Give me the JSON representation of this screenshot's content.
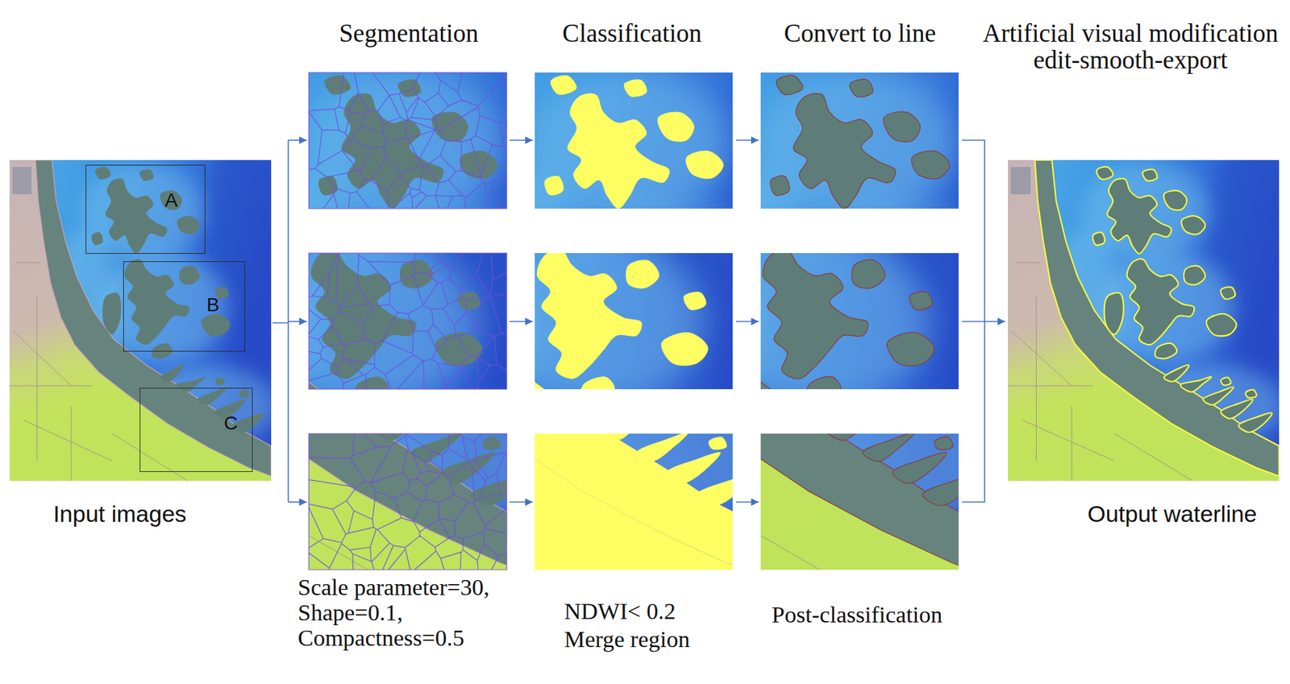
{
  "diagram": {
    "nodes": [
      {
        "text": [
          "Input images"
        ]
      },
      {
        "text": [
          "A"
        ],
        "in": 0
      },
      {
        "text": [
          "B"
        ],
        "in": 0
      },
      {
        "text": [
          "C"
        ],
        "in": 0
      },
      {
        "text": [
          "Output waterline"
        ]
      }
    ],
    "labels": [
      "Segmentation",
      "Classification",
      "Convert to line",
      "Artificial visual modification edit-smooth-export",
      "Scale parameter=30, Shape=0.1, Compactness=0.5",
      "NDWI< 0.2 Merge region",
      "Post-classification"
    ]
  }
}
